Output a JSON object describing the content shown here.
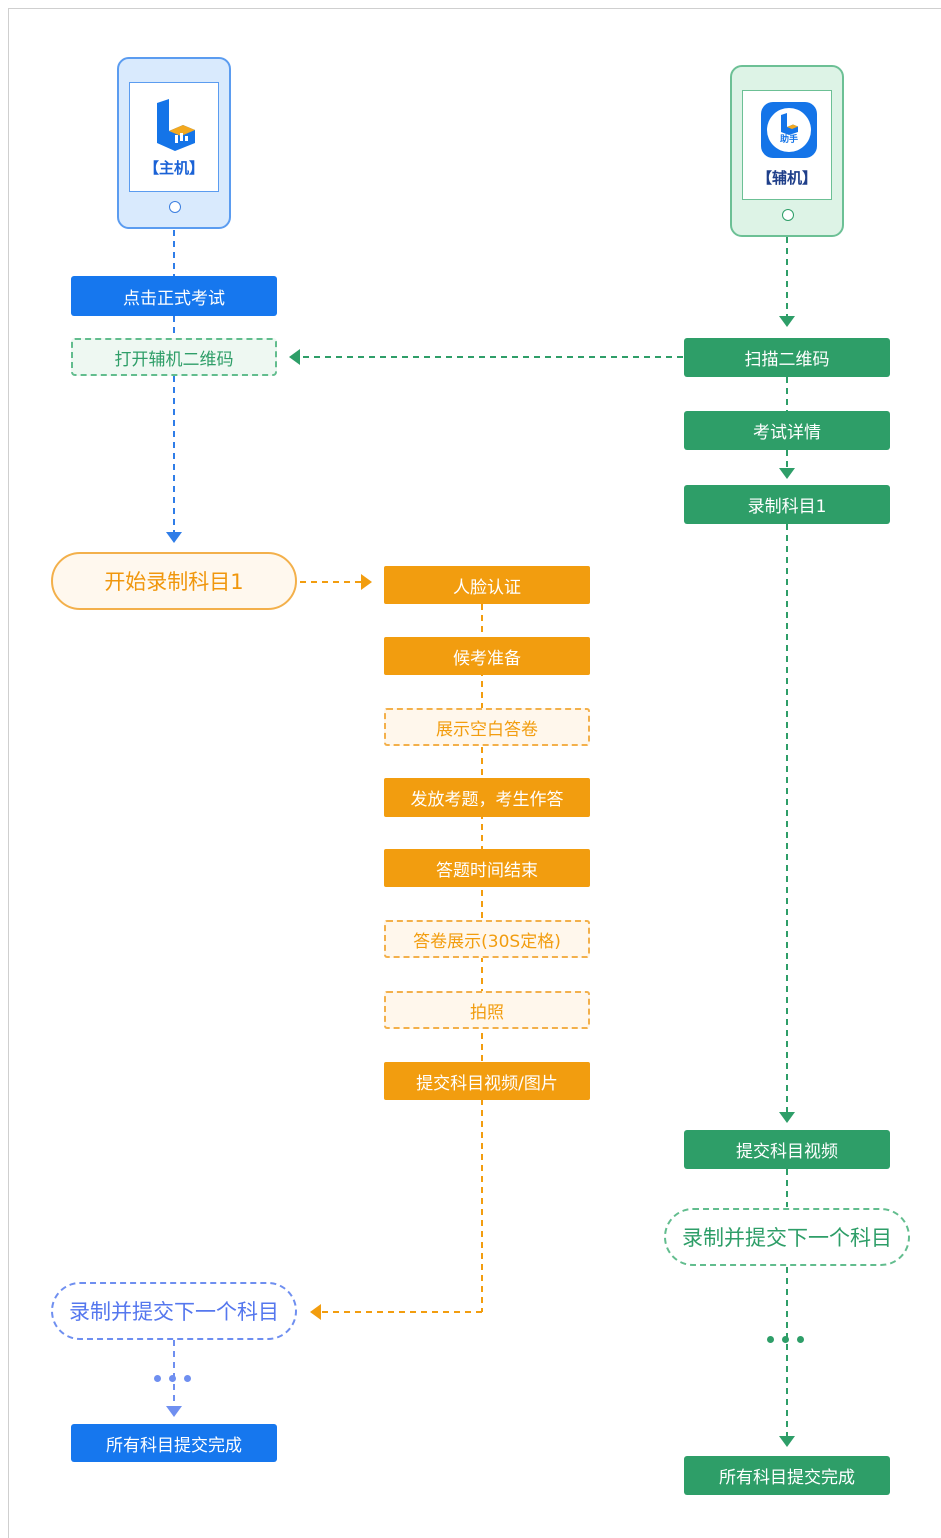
{
  "host_phone": {
    "label": "【主机】",
    "icon": "host-app-icon"
  },
  "aux_phone": {
    "label": "【辅机】",
    "app_text": "助手",
    "icon": "assistant-app-icon"
  },
  "host_flow": {
    "click_exam": "点击正式考试",
    "open_qr": "打开辅机二维码",
    "start_record": "开始录制科目1",
    "next_subject": "录制并提交下一个科目",
    "all_done": "所有科目提交完成"
  },
  "center_flow": {
    "face_auth": "人脸认证",
    "wait_prepare": "候考准备",
    "show_blank": "展示空白答卷",
    "issue_question": "发放考题，考生作答",
    "time_end": "答题时间结束",
    "show_paper": "答卷展示(30S定格)",
    "photo": "拍照",
    "submit_media": "提交科目视频/图片"
  },
  "aux_flow": {
    "scan_qr": "扫描二维码",
    "exam_detail": "考试详情",
    "record_subject": "录制科目1",
    "submit_video": "提交科目视频",
    "next_subject": "录制并提交下一个科目",
    "all_done": "所有科目提交完成"
  },
  "colors": {
    "blue": "#1677ee",
    "green": "#2e9e68",
    "orange": "#f29d0f",
    "light_blue_line": "#6f8ff0"
  }
}
